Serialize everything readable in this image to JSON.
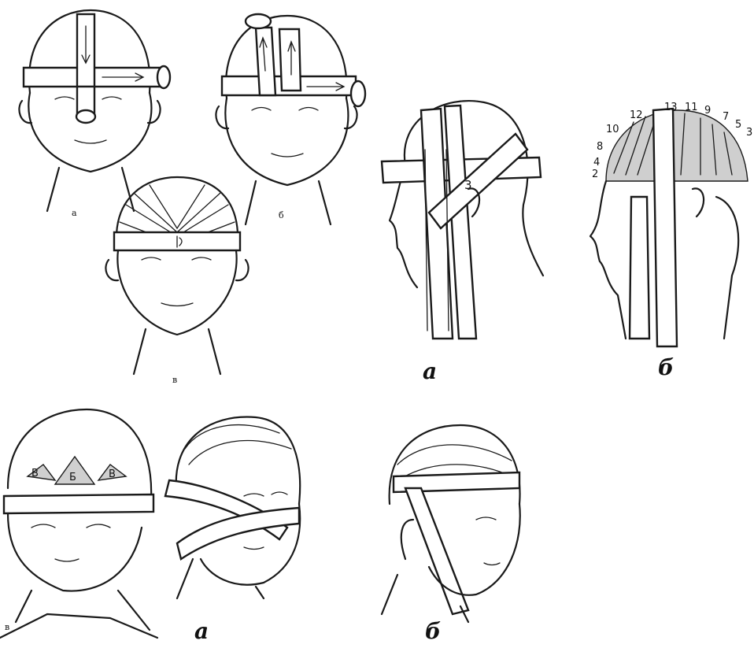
{
  "top_left": {
    "labels": [
      "а",
      "б",
      "в"
    ]
  },
  "top_right": {
    "labels": [
      "а",
      "б"
    ],
    "turn_number": "3",
    "turn_numbers": [
      "2",
      "4",
      "8",
      "10",
      "12",
      "13",
      "11",
      "9",
      "7",
      "5",
      "3"
    ]
  },
  "bottom": {
    "labels": [
      "в",
      "а",
      "б"
    ],
    "tail_letters": [
      "В",
      "Б",
      "В"
    ]
  }
}
